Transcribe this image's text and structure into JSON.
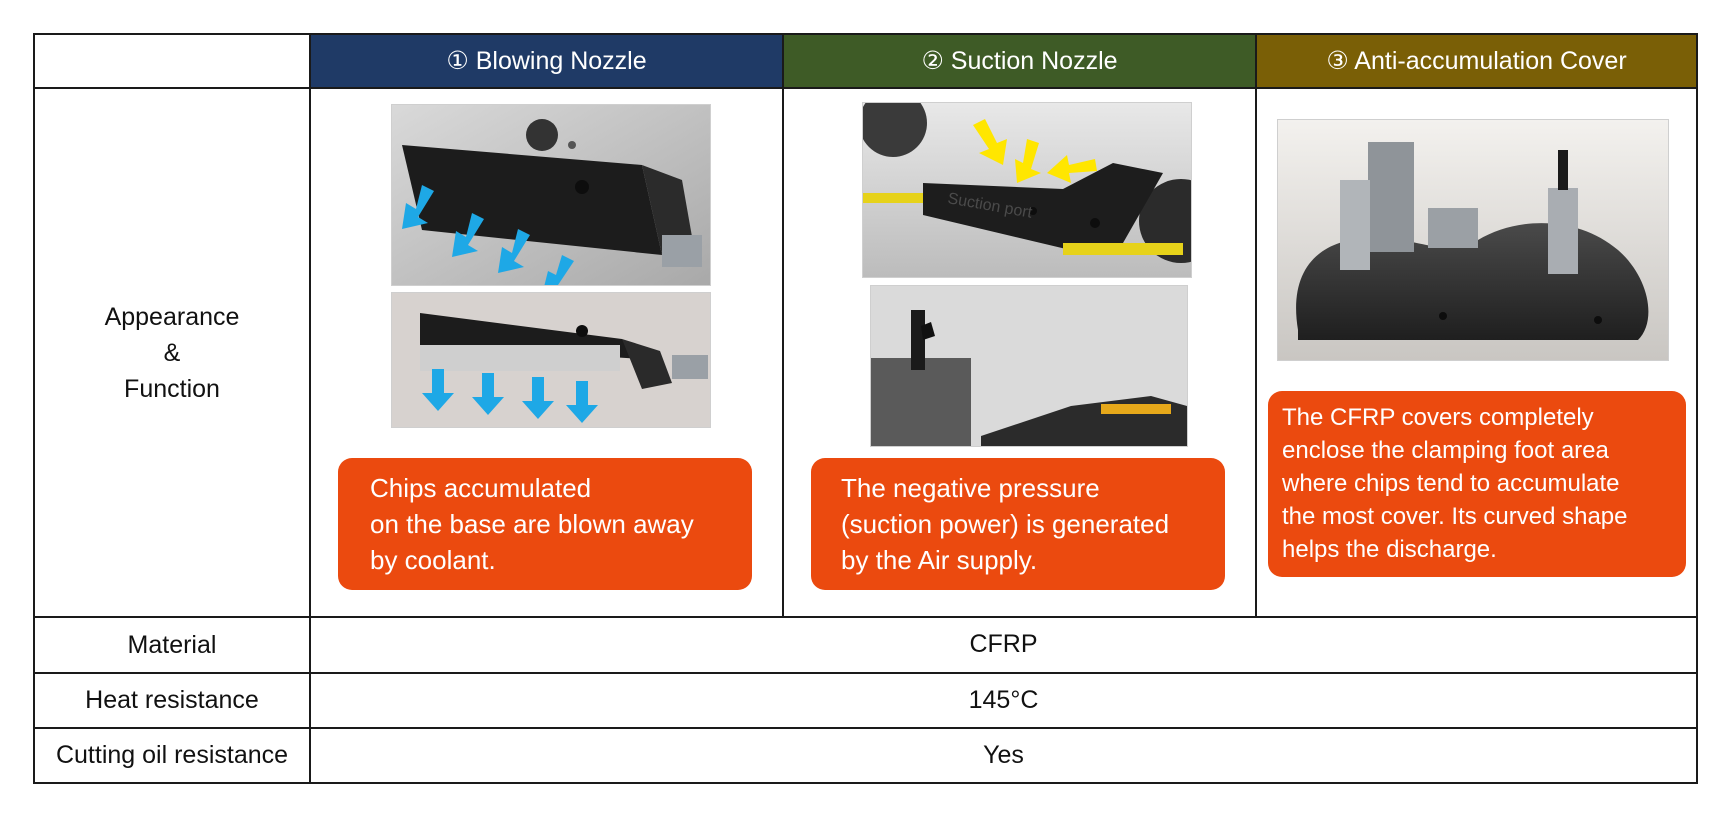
{
  "header": {
    "col1": "① Blowing Nozzle",
    "col2": "② Suction Nozzle",
    "col3": "③ Anti-accumulation Cover"
  },
  "rows": {
    "appearance_label": [
      "Appearance",
      "&",
      "Function"
    ],
    "material_label": "Material",
    "material_value": "CFRP",
    "heat_label": "Heat resistance",
    "heat_value": "145°C",
    "oil_label": "Cutting oil resistance",
    "oil_value": "Yes"
  },
  "callouts": {
    "blowing": [
      "Chips accumulated",
      "on the base are blown away",
      "by coolant."
    ],
    "suction": [
      "The negative pressure",
      "(suction power) is generated",
      "by the Air supply."
    ],
    "cover": [
      "The CFRP covers completely",
      "enclose the clamping foot area",
      "where chips tend to accumulate",
      "the most cover. Its curved shape",
      "helps the discharge."
    ]
  },
  "photo_text": {
    "suction_port": "Suction port"
  },
  "colors": {
    "header_blue": "#1f3a66",
    "header_green": "#3e5b26",
    "header_gold": "#7a5f06",
    "callout_orange": "#eb4a0f",
    "arrow_blue": "#1ea8e6",
    "arrow_yellow": "#ffe600"
  }
}
